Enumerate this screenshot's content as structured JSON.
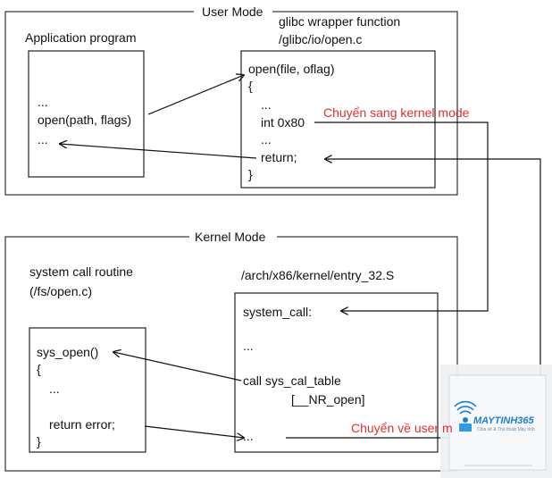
{
  "user_mode": {
    "title": "User Mode",
    "app_label": "Application program",
    "app_lines": [
      "...",
      "open(path, flags)",
      "..."
    ],
    "wrapper_label_1": "glibc wrapper function",
    "wrapper_label_2": "/glibc/io/open.c",
    "wrapper_lines": [
      "open(file, oflag)",
      "{",
      "...",
      "int 0x80",
      "...",
      "return;",
      "}"
    ]
  },
  "kernel_mode": {
    "title": "Kernel Mode",
    "routine_label_1": "system call routine",
    "routine_label_2": "(/fs/open.c)",
    "routine_lines": [
      "sys_open()",
      "{",
      "...",
      "return error;",
      "}"
    ],
    "entry_label": "/arch/x86/kernel/entry_32.S",
    "entry_lines": [
      "system_call:",
      "...",
      "call sys_cal_table",
      "[__NR_open]",
      "..."
    ]
  },
  "annotations": {
    "to_kernel": "Chuyển sang kernel mode",
    "to_user": "Chuyển về user m"
  },
  "watermark": {
    "brand": "MAYTINH365",
    "tagline": "Chia sẻ & Thủ thuật Máy tính",
    "colors": {
      "brand": "#1a7fcf",
      "accent": "#e03030"
    }
  }
}
